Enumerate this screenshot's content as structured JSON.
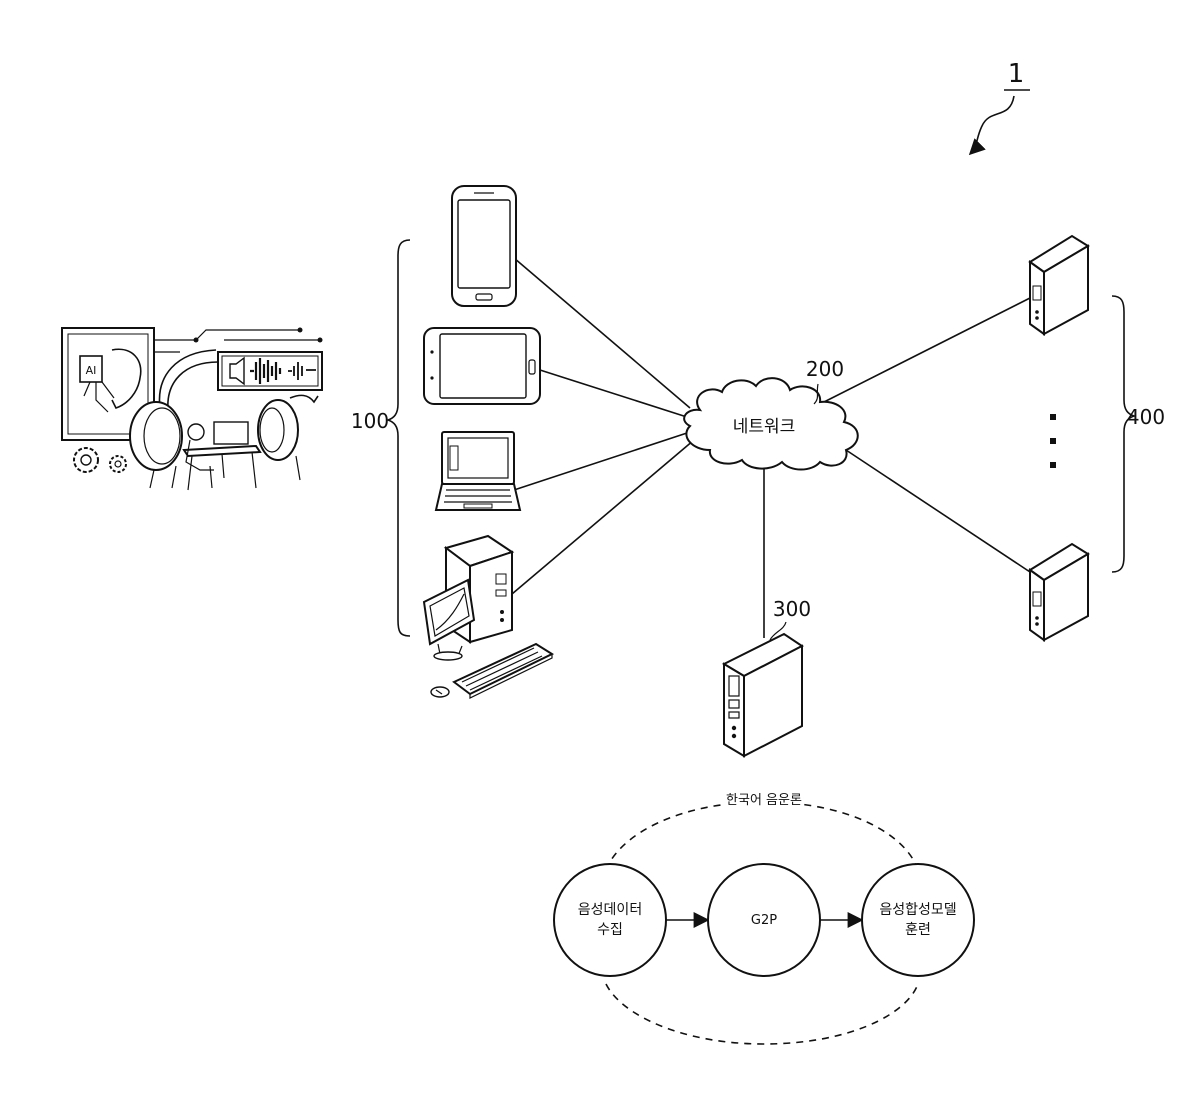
{
  "figure": {
    "ref_system": "1",
    "ref_clients": "100",
    "ref_network": "200",
    "ref_server": "300",
    "ref_external": "400",
    "network_label": "네트워크",
    "ellipsis": "⋮"
  },
  "process": {
    "outer_label": "한국어 음운론",
    "nodes": [
      {
        "line1": "음성데이터",
        "line2": "수집"
      },
      {
        "line1": "G2P",
        "line2": ""
      },
      {
        "line1": "음성합성모델",
        "line2": "훈련"
      }
    ]
  },
  "illustration": {
    "ai_chip": "AI"
  }
}
